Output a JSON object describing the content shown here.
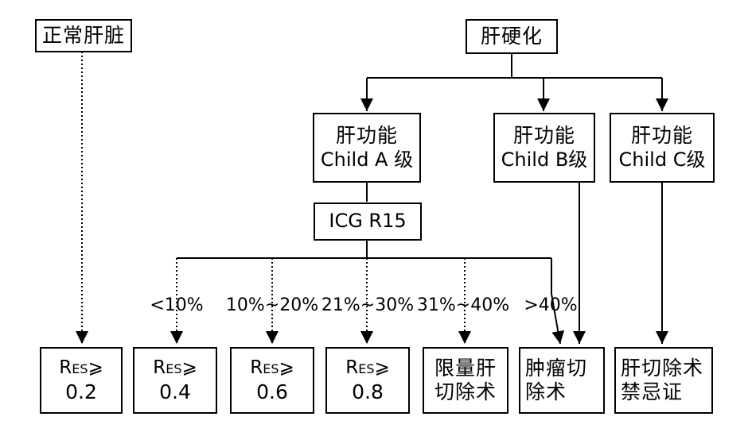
{
  "nodes": {
    "normal_liver": "正常肝脏",
    "cirrhosis": "肝硬化",
    "child_a": {
      "line1": "肝功能",
      "line2": "Child A 级"
    },
    "child_b": {
      "line1": "肝功能",
      "line2": "Child B级"
    },
    "child_c": {
      "line1": "肝功能",
      "line2": "Child C级"
    },
    "icg": "ICG R15",
    "res_prefix": "R",
    "res_sub": "ES",
    "res_sign": "⩾",
    "res_02": "0.2",
    "res_04": "0.4",
    "res_06": "0.6",
    "res_08": "0.8",
    "limited": {
      "line1": "限量肝",
      "line2": "切除术"
    },
    "tumorectomy": {
      "line1": "肿瘤切",
      "line2": "除术"
    },
    "contraindicated": {
      "line1": "肝切除术",
      "line2": "禁忌证"
    }
  },
  "branch_labels": {
    "lt10": "<10%",
    "r10_20": "10%~20%",
    "r21_30": "21%~30%",
    "r31_40": "31%~40%",
    "gt40": ">40%"
  }
}
